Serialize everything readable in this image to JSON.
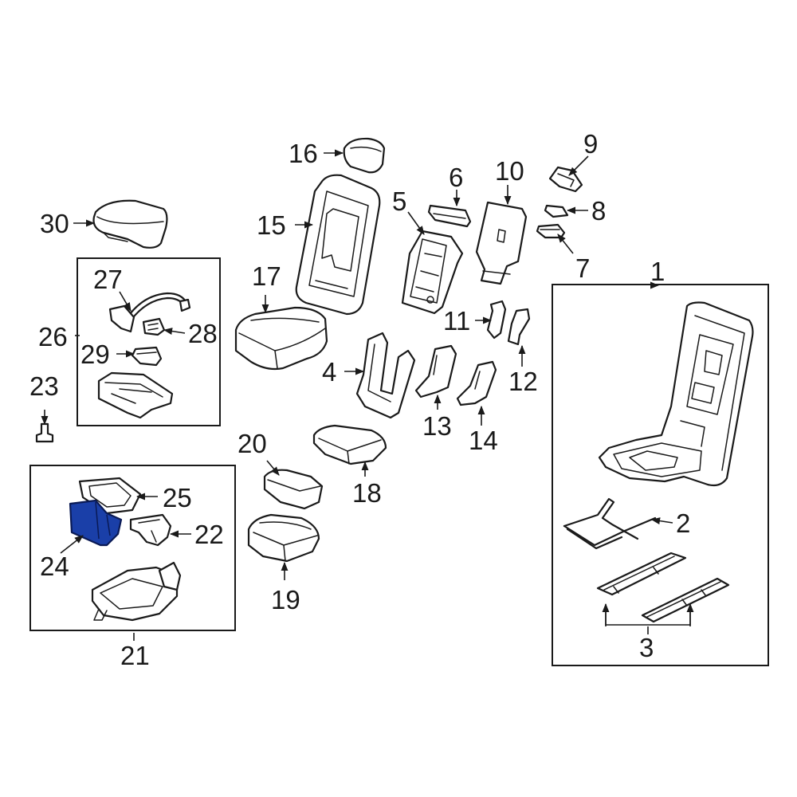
{
  "diagram": {
    "highlight_color": "#1a3fa8",
    "line_color": "#1a1a1a",
    "callouts": [
      "1",
      "2",
      "3",
      "4",
      "5",
      "6",
      "7",
      "8",
      "9",
      "10",
      "11",
      "12",
      "13",
      "14",
      "15",
      "16",
      "17",
      "18",
      "19",
      "20",
      "21",
      "22",
      "23",
      "24",
      "25",
      "26",
      "27",
      "28",
      "29",
      "30"
    ],
    "highlighted_part": "24"
  }
}
